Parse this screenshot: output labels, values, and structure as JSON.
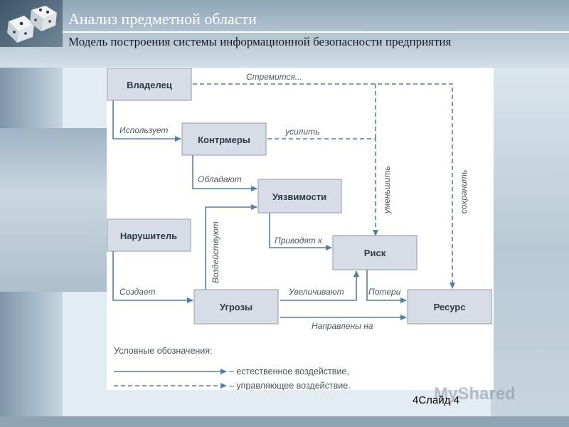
{
  "slide": {
    "title": "Анализ предметной области",
    "subtitle": "Модель построения системы информационной безопасности предприятия",
    "slide_number": "4Слайд 4",
    "watermark": "MyShared"
  },
  "diagram": {
    "nodes": {
      "owner": "Владелец",
      "countermeasures": "Контрмеры",
      "vulnerabilities": "Уязвимости",
      "intruder": "Нарушитель",
      "risk": "Риск",
      "threats": "Угрозы",
      "resource": "Ресурс"
    },
    "edges": {
      "uses": "Использует",
      "strives": "Стремится...",
      "strengthen": "усилить",
      "possess": "Обладают",
      "reduce": "уменьшить",
      "preserve": "сохранить",
      "affect": "Воздействуют",
      "lead_to": "Приводят к",
      "creates": "Создает",
      "increase": "Увеличивают",
      "losses": "Потери",
      "directed_at": "Направлены на"
    },
    "legend": {
      "title": "Условные обозначения:",
      "natural": "– естественное воздействие,",
      "control": "– управляющее воздействие."
    }
  },
  "colors": {
    "box_fill": "#d7dde6",
    "box_border": "#8d99a8",
    "arrow": "#4f7fb0"
  }
}
